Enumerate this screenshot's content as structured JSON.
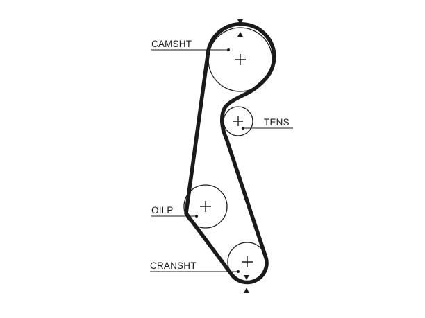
{
  "labels": {
    "camshaft": "CAMSHT",
    "tensioner": "TENS",
    "oil_pump": "OILP",
    "crankshaft": "CRANSHT"
  }
}
